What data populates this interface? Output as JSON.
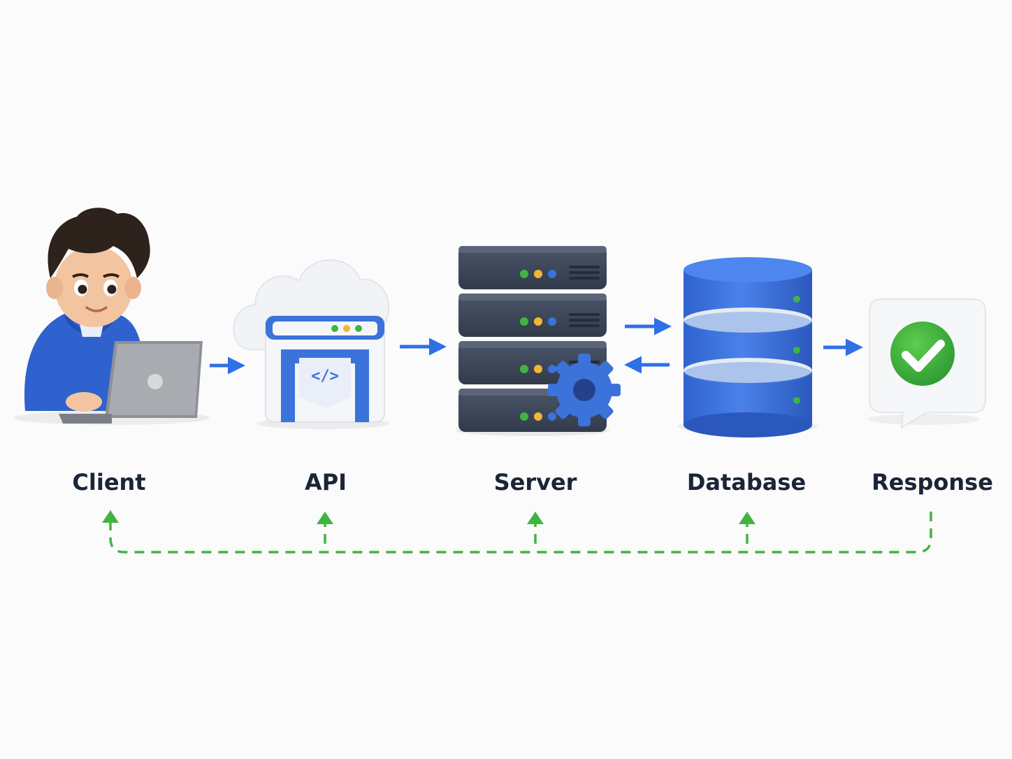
{
  "nodes": [
    {
      "id": "client",
      "label": "Client",
      "icon": "client-laptop-icon"
    },
    {
      "id": "api",
      "label": "API",
      "icon": "api-gateway-icon",
      "glyph": "</>"
    },
    {
      "id": "server",
      "label": "Server",
      "icon": "server-rack-icon"
    },
    {
      "id": "database",
      "label": "Database",
      "icon": "database-icon"
    },
    {
      "id": "response",
      "label": "Response",
      "icon": "checkmark-bubble-icon"
    }
  ],
  "edges": [
    {
      "from": "client",
      "to": "api",
      "direction": "forward"
    },
    {
      "from": "api",
      "to": "server",
      "direction": "forward"
    },
    {
      "from": "server",
      "to": "database",
      "direction": "bidirectional"
    },
    {
      "from": "database",
      "to": "response",
      "direction": "forward"
    },
    {
      "from": "response",
      "to": [
        "database",
        "server",
        "api",
        "client"
      ],
      "style": "dashed",
      "direction": "return"
    }
  ],
  "colors": {
    "flow_arrow": "#2f6fe8",
    "return_arrow": "#3fb53f",
    "accent_blue": "#3b73db",
    "server_body": "#3c4658",
    "label_text": "#1b2536",
    "check_green": "#34a437"
  }
}
